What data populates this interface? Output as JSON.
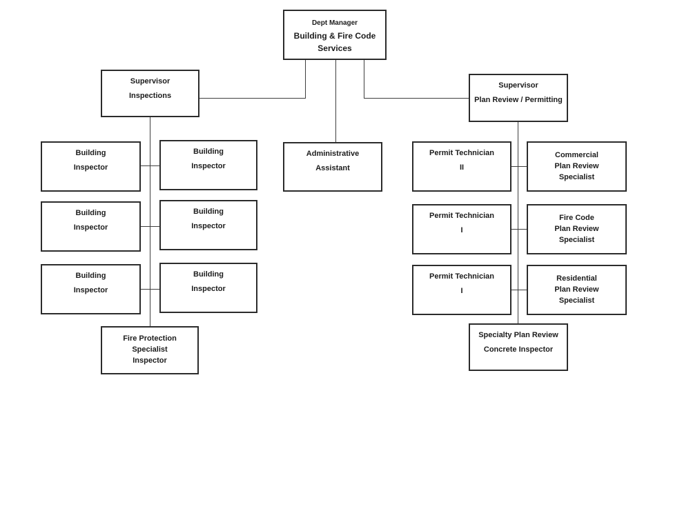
{
  "chart": {
    "type": "org-chart",
    "organization": "Building & Fire Code Services"
  },
  "colors": {
    "background": "#ffffff",
    "box_border": "#2b2b2b",
    "connector_line": "#3d3d3d",
    "text": "#1c1c1c"
  },
  "nodes": {
    "dept_manager": {
      "lines": [
        "Dept Manager",
        "Building & Fire Code",
        "Services"
      ]
    },
    "supervisor_inspections": {
      "lines": [
        "Supervisor",
        "Inspections"
      ]
    },
    "supervisor_plan_review": {
      "lines": [
        "Supervisor",
        "Plan Review / Permitting"
      ]
    },
    "administrative_assistant": {
      "lines": [
        "Administrative",
        "Assistant"
      ]
    },
    "building_inspector_1": {
      "lines": [
        "Building",
        "Inspector"
      ]
    },
    "building_inspector_2": {
      "lines": [
        "Building",
        "Inspector"
      ]
    },
    "building_inspector_3": {
      "lines": [
        "Building",
        "Inspector"
      ]
    },
    "building_inspector_4": {
      "lines": [
        "Building",
        "Inspector"
      ]
    },
    "building_inspector_5": {
      "lines": [
        "Building",
        "Inspector"
      ]
    },
    "building_inspector_6": {
      "lines": [
        "Building",
        "Inspector"
      ]
    },
    "fire_protection_specialist_inspector": {
      "lines": [
        "Fire Protection",
        "Specialist",
        "Inspector"
      ]
    },
    "permit_technician_ii": {
      "lines": [
        "Permit Technician",
        "II"
      ]
    },
    "permit_technician_i_a": {
      "lines": [
        "Permit Technician",
        "I"
      ]
    },
    "permit_technician_i_b": {
      "lines": [
        "Permit Technician",
        "I"
      ]
    },
    "commercial_plan_review_specialist": {
      "lines": [
        "Commercial",
        "Plan Review",
        "Specialist"
      ]
    },
    "fire_code_plan_review_specialist": {
      "lines": [
        "Fire Code",
        "Plan Review",
        "Specialist"
      ]
    },
    "residential_plan_review_specialist": {
      "lines": [
        "Residential",
        "Plan Review",
        "Specialist"
      ]
    },
    "specialty_plan_review_concrete_inspector": {
      "lines": [
        "Specialty Plan Review",
        "Concrete Inspector"
      ]
    }
  },
  "edges": [
    {
      "from": "dept_manager",
      "to": "supervisor_inspections"
    },
    {
      "from": "dept_manager",
      "to": "administrative_assistant"
    },
    {
      "from": "dept_manager",
      "to": "supervisor_plan_review"
    },
    {
      "from": "supervisor_inspections",
      "to": "building_inspector_1"
    },
    {
      "from": "supervisor_inspections",
      "to": "building_inspector_2"
    },
    {
      "from": "supervisor_inspections",
      "to": "building_inspector_3"
    },
    {
      "from": "supervisor_inspections",
      "to": "building_inspector_4"
    },
    {
      "from": "supervisor_inspections",
      "to": "building_inspector_5"
    },
    {
      "from": "supervisor_inspections",
      "to": "building_inspector_6"
    },
    {
      "from": "supervisor_inspections",
      "to": "fire_protection_specialist_inspector"
    },
    {
      "from": "supervisor_plan_review",
      "to": "permit_technician_ii"
    },
    {
      "from": "supervisor_plan_review",
      "to": "commercial_plan_review_specialist"
    },
    {
      "from": "supervisor_plan_review",
      "to": "permit_technician_i_a"
    },
    {
      "from": "supervisor_plan_review",
      "to": "fire_code_plan_review_specialist"
    },
    {
      "from": "supervisor_plan_review",
      "to": "permit_technician_i_b"
    },
    {
      "from": "supervisor_plan_review",
      "to": "residential_plan_review_specialist"
    },
    {
      "from": "supervisor_plan_review",
      "to": "specialty_plan_review_concrete_inspector"
    }
  ]
}
